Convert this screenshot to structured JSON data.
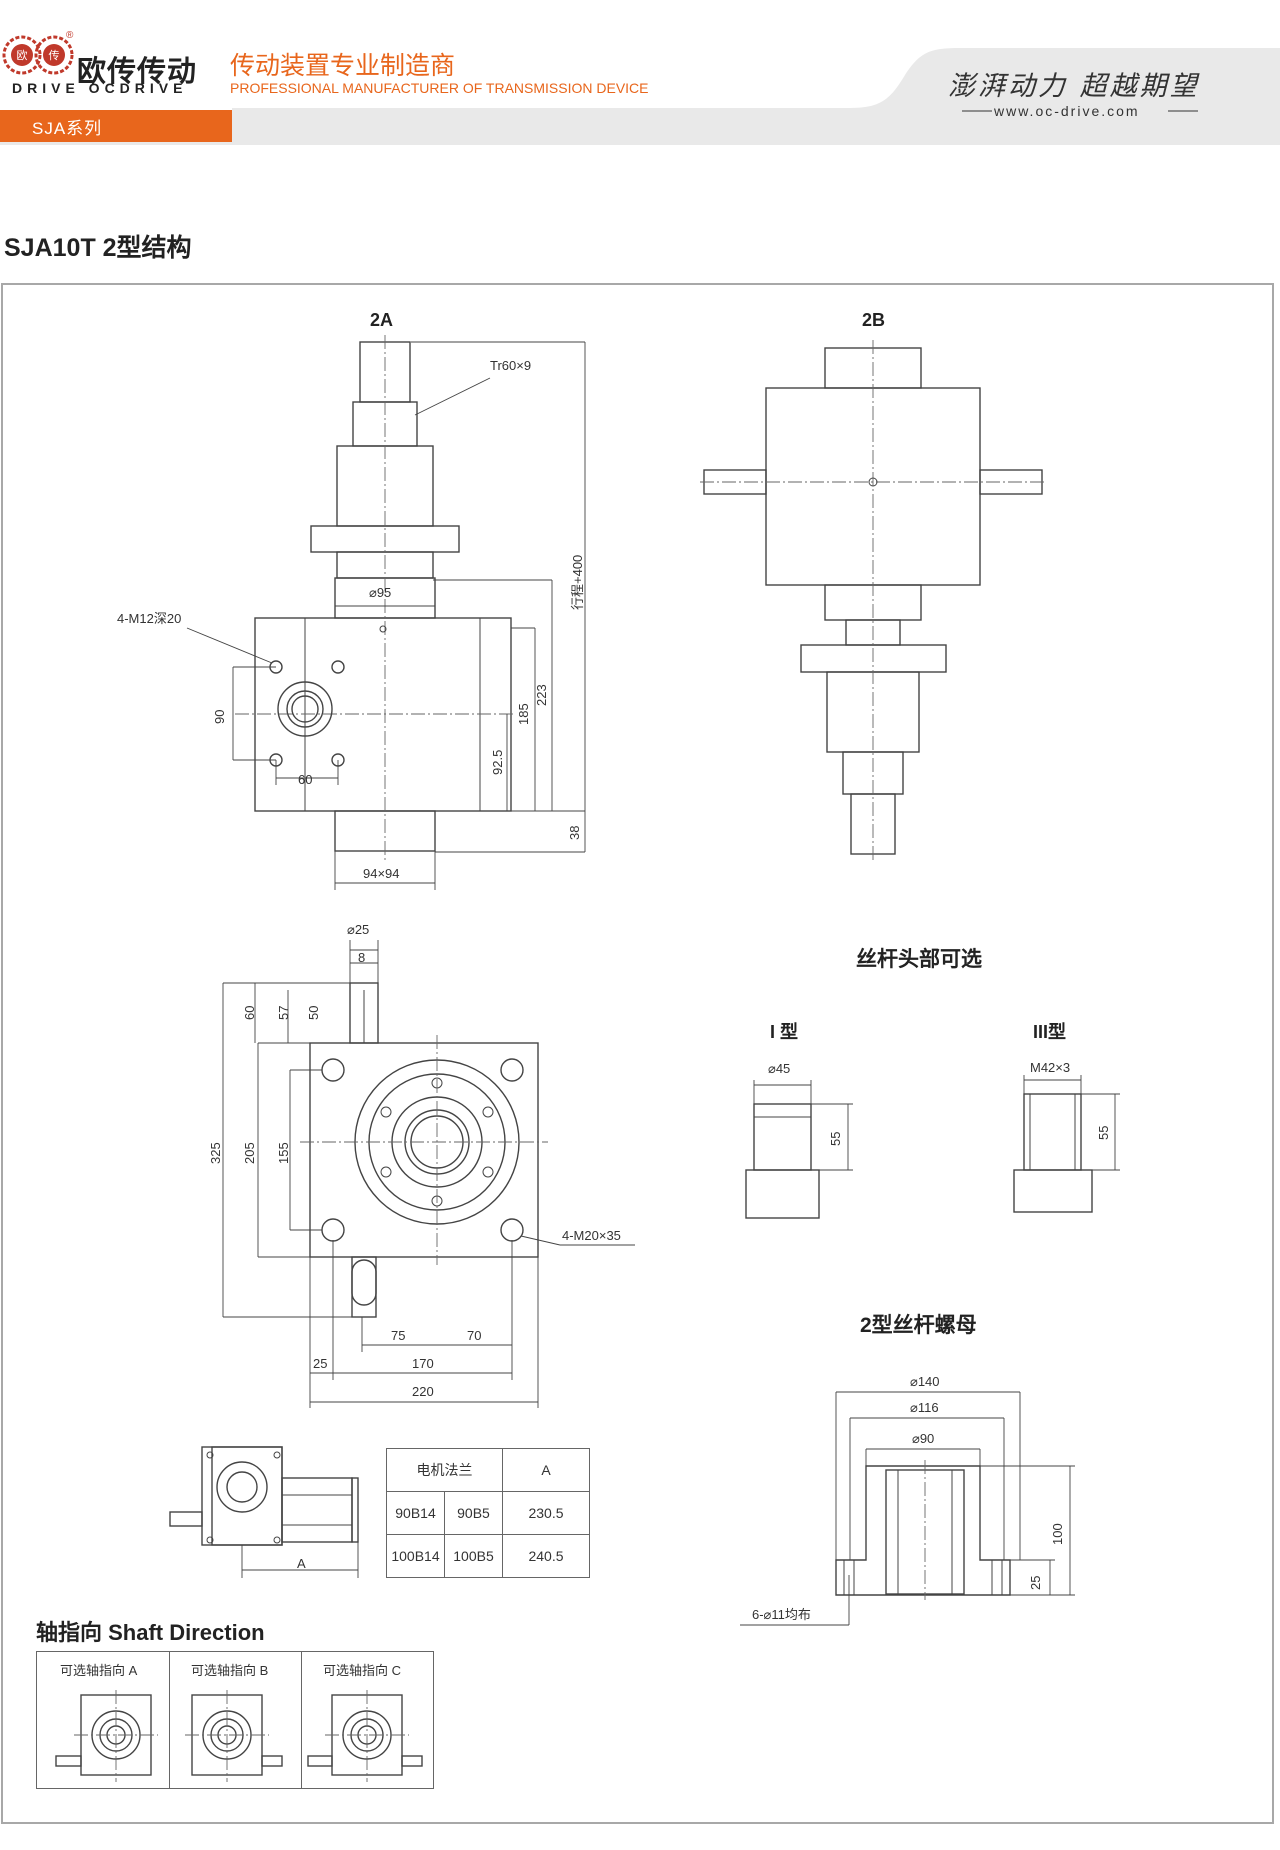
{
  "header": {
    "logo_name_zh": "欧传传动",
    "logo_name_en": "DRIVE OCDRIVE",
    "logo_badge_left": "欧",
    "logo_badge_right": "传",
    "registered_mark": "®",
    "tagline_zh": "传动装置专业制造商",
    "tagline_en": "PROFESSIONAL MANUFACTURER OF TRANSMISSION DEVICE",
    "slogan": "澎湃动力 超越期望",
    "website": "www.oc-drive.com",
    "series_label": "SJA系列"
  },
  "page_title": "SJA10T 2型结构",
  "views": {
    "view_2a": {
      "label": "2A",
      "thread_label": "Tr60×9",
      "bore_dim": "⌀95",
      "hole_label": "4-M12深20",
      "dim_90": "90",
      "dim_60": "60",
      "dim_92_5": "92.5",
      "dim_185": "185",
      "dim_223": "223",
      "dim_stroke": "行程+400",
      "dim_38": "38",
      "dim_94x94": "94×94"
    },
    "view_2b": {
      "label": "2B"
    },
    "view_top": {
      "dim_shaft_dia": "⌀25",
      "dim_key": "8",
      "dim_60": "60",
      "dim_57": "57",
      "dim_50": "50",
      "dim_325": "325",
      "dim_205": "205",
      "dim_155": "155",
      "hole_label": "4-M20×35",
      "dim_75": "75",
      "dim_70": "70",
      "dim_25": "25",
      "dim_170": "170",
      "dim_220": "220"
    },
    "motor_view": {
      "dim_a": "A"
    },
    "screw_head": {
      "title": "丝杆头部可选",
      "type1": {
        "label": "I 型",
        "dia": "⌀45",
        "len": "55"
      },
      "type3": {
        "label": "III型",
        "thread": "M42×3",
        "len": "55"
      }
    },
    "nut": {
      "title": "2型丝杆螺母",
      "dim_140": "⌀140",
      "dim_116": "⌀116",
      "dim_90": "⌀90",
      "dim_100": "100",
      "dim_25": "25",
      "holes": "6-⌀11均布"
    }
  },
  "flange_table": {
    "header_col1": "电机法兰",
    "header_col2": "A",
    "rows": [
      {
        "flange_a": "90B14",
        "flange_b": "90B5",
        "a": "230.5"
      },
      {
        "flange_a": "100B14",
        "flange_b": "100B5",
        "a": "240.5"
      }
    ]
  },
  "shaft_direction": {
    "title": "轴指向 Shaft Direction",
    "options": [
      "可选轴指向 A",
      "可选轴指向 B",
      "可选轴指向 C"
    ]
  },
  "colors": {
    "accent": "#e8661c",
    "header_band": "#e9e9e9",
    "frame": "#a8a8a8",
    "line": "#444444"
  }
}
